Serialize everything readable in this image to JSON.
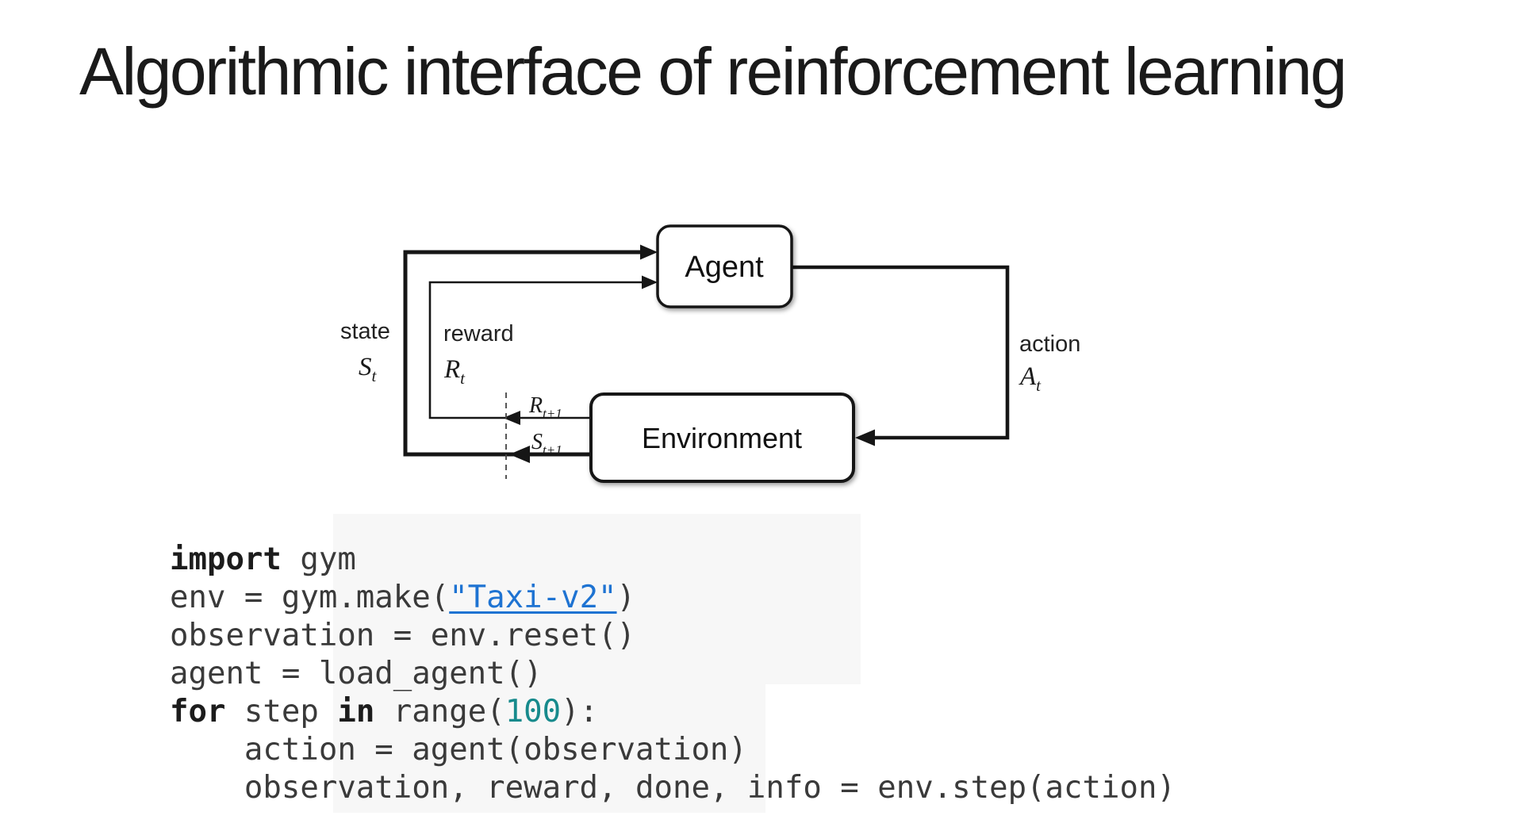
{
  "slide": {
    "title": "Algorithmic interface of reinforcement learning"
  },
  "colors": {
    "background": "#ffffff",
    "title_text": "#1a1a1a",
    "diagram_ink": "#161616",
    "code_text": "#3a3a3a",
    "code_keyword": "#1c1c1c",
    "code_link": "#1e73d2",
    "code_number": "#178a8c",
    "code_backdrop": "#f7f7f7"
  },
  "diagram": {
    "agent_label": "Agent",
    "environment_label": "Environment",
    "state_label": "state",
    "state_symbol": {
      "base": "S",
      "sub": "t"
    },
    "reward_label": "reward",
    "reward_symbol": {
      "base": "R",
      "sub": "t"
    },
    "action_label": "action",
    "action_symbol": {
      "base": "A",
      "sub": "t"
    },
    "next_reward_symbol": {
      "base": "R",
      "sub": "t+1"
    },
    "next_state_symbol": {
      "base": "S",
      "sub": "t+1"
    }
  },
  "code": {
    "lines": [
      [
        {
          "t": "import",
          "s": "kw"
        },
        {
          "t": " gym",
          "s": "p"
        }
      ],
      [
        {
          "t": "env = gym.make(",
          "s": "p"
        },
        {
          "t": "\"Taxi-v2\"",
          "s": "link"
        },
        {
          "t": ")",
          "s": "p"
        }
      ],
      [
        {
          "t": "observation = env.reset()",
          "s": "p"
        }
      ],
      [
        {
          "t": "agent = load_agent()",
          "s": "p"
        }
      ],
      [
        {
          "t": "for",
          "s": "kw"
        },
        {
          "t": " step ",
          "s": "p"
        },
        {
          "t": "in",
          "s": "kw"
        },
        {
          "t": " range(",
          "s": "p"
        },
        {
          "t": "100",
          "s": "num"
        },
        {
          "t": "):",
          "s": "p"
        }
      ],
      [
        {
          "t": "    action = agent(observation)",
          "s": "p"
        }
      ],
      [
        {
          "t": "    observation, reward, done, info = env.step(action)",
          "s": "p"
        }
      ]
    ]
  }
}
